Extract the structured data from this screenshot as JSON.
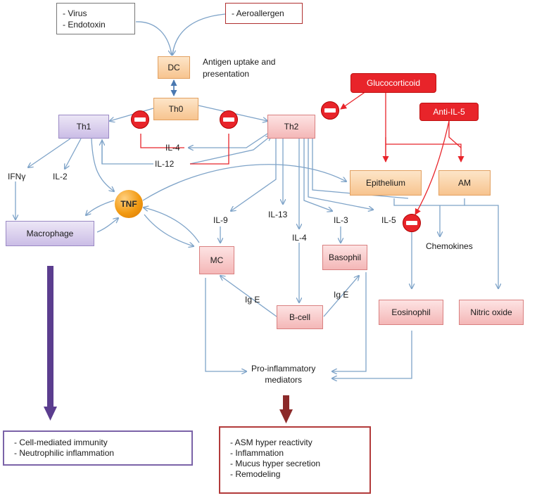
{
  "sources": {
    "left_lines": [
      "- Virus",
      "- Endotoxin"
    ],
    "right_line": "- Aeroallergen"
  },
  "nodes": {
    "dc": "DC",
    "th0": "Th0",
    "th1": "Th1",
    "th2": "Th2",
    "tnf": "TNF",
    "macrophage": "Macrophage",
    "mc": "MC",
    "basophil": "Basophil",
    "bcell": "B-cell",
    "epithelium": "Epithelium",
    "am": "AM",
    "eosinophil": "Eosinophil",
    "nitric_oxide": "Nitric oxide",
    "glucocorticoid": "Glucocorticoid",
    "anti_il5": "Anti-IL-5"
  },
  "labels": {
    "antigen_uptake": [
      "Antigen uptake and",
      "presentation"
    ],
    "il4_top": "IL-4",
    "il12": "IL-12",
    "ifng": "IFNγ",
    "il2": "IL-2",
    "il9": "IL-9",
    "il13": "IL-13",
    "il4_mid": "IL-4",
    "il3": "IL-3",
    "il5": "IL-5",
    "chemokines": "Chemokines",
    "ige_left": "Ig E",
    "ige_right": "Ig E",
    "pro_inflammatory": [
      "Pro-inflammatory",
      "mediators"
    ]
  },
  "outcomes": {
    "left": [
      "- Cell-mediated immunity",
      "- Neutrophilic inflammation"
    ],
    "right": [
      "- ASM hyper reactivity",
      "- Inflammation",
      "- Mucus hyper secretion",
      "- Remodeling"
    ]
  },
  "colors": {
    "arrow_blue": "#7ea3c8",
    "inhibit_red": "#e8242a",
    "purple_arrow": "#5b3d8f",
    "darkred_arrow": "#8c2a2a"
  }
}
